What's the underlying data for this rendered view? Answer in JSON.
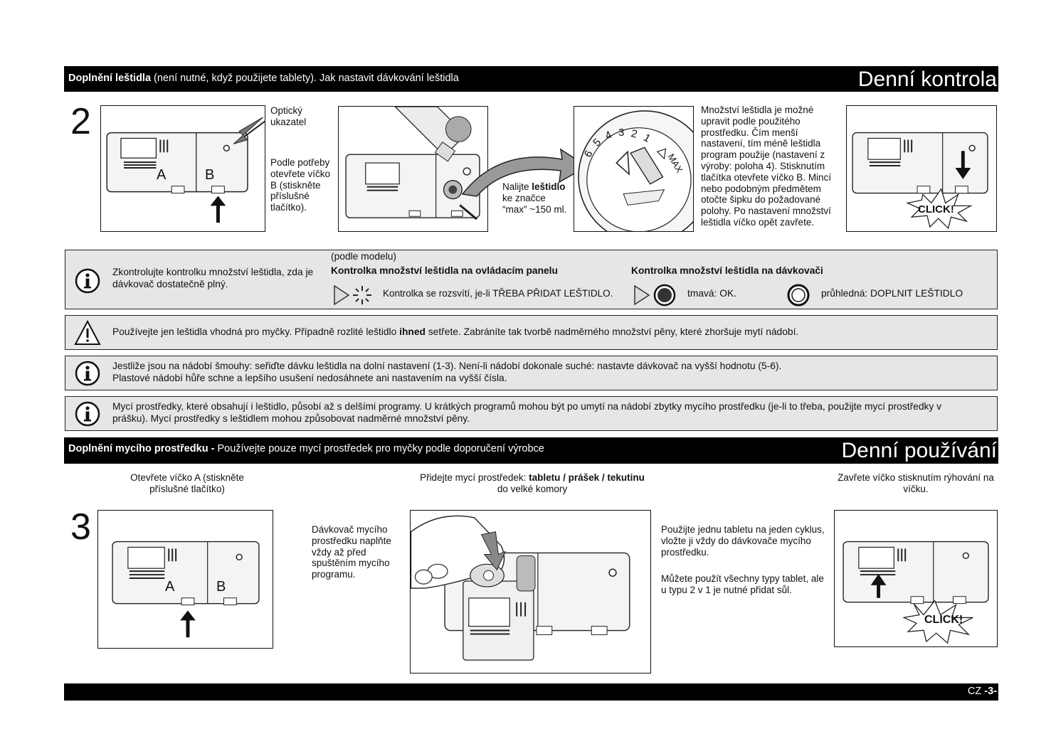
{
  "rinse_header": {
    "lead_bold": "Doplnění leštidla",
    "lead_rest": " (není nutné, když použijete tablety). Jak nastavit dávkování leštidla",
    "section_title": "Denní kontrola"
  },
  "step2": {
    "number": "2",
    "panel1": {
      "callout_1": "Optický ukazatel",
      "callout_2": "Podle potřeby otevřete víčko B (stiskněte příslušné tlačítko).",
      "label_a": "A",
      "label_b": "B"
    },
    "panel2": {
      "pour_pre": "Nalijte ",
      "pour_bold": "leštidlo",
      "pour_rest": " ke značce “max” ~150 ml."
    },
    "panel3": {
      "dial_numbers": [
        "6",
        "5",
        "4",
        "3",
        "2",
        "1"
      ],
      "dial_max": "MAX",
      "description": "Množství leštidla je možné upravit podle použitého prostředku. Čím menší nastavení, tím méně leštidla program použije (nastavení z výroby: poloha 4). Stisknutím tlačítka otevřete víčko B. Mincí nebo podobným předmětem otočte šipku do požadované polohy. Po nastavení množství leštidla víčko opět zavřete."
    },
    "panel4": {
      "click_label": "CLICK!"
    }
  },
  "info_box_1": {
    "text": "Zkontrolujte kontrolku množství leštidla, zda je dávkovač dostatečně plný.",
    "by_model": "(podle modelu)",
    "panel_indicator_title": "Kontrolka množství leštidla na ovládacím panelu",
    "panel_indicator_text": "Kontrolka se rozsvítí, je-li TŘEBA PŘIDAT LEŠTIDLO.",
    "dispenser_indicator_title": "Kontrolka množství leštidla na dávkovači",
    "dark_text": "tmavá: OK.",
    "clear_text": "průhledná: DOPLNIT LEŠTIDLO"
  },
  "warning_box": {
    "pre": "Používejte jen leštidla vhodná pro myčky. Případně rozlité leštidlo ",
    "bold": "ihned",
    "post": " setřete. Zabráníte tak tvorbě nadměrného množství pěny, které zhoršuje mytí nádobí."
  },
  "info_box_2": {
    "line1": "Jestliže jsou na nádobí šmouhy: seřiďte dávku leštidla na dolní nastavení (1-3). Není-li nádobí dokonale suché: nastavte dávkovač na vyšší hodnotu (5-6).",
    "line2": "Plastové nádobí hůře schne a lepšího usušení nedosáhnete ani nastavením na vyšší čísla."
  },
  "info_box_3": {
    "line1": "Mycí prostředky, které obsahují i leštidlo, působí až s delšími programy. U krátkých programů mohou být po umytí na nádobí zbytky mycího prostředku (je-li to třeba, použijte mycí prostředky v",
    "line2": "prášku). Mycí prostředky s leštidlem mohou způsobovat nadměrné množství pěny."
  },
  "detergent_header": {
    "lead_bold": "Doplnění mycího prostředku -",
    "lead_rest": " Používejte pouze mycí prostředek pro myčky podle doporučení výrobce",
    "section_title": "Denní používání"
  },
  "step3": {
    "number": "3",
    "caption_left": "Otevřete víčko A (stiskněte příslušné tlačítko)",
    "caption_mid_pre": "Přidejte mycí prostředek: ",
    "caption_mid_bold": "tabletu / prášek / tekutinu",
    "caption_mid_post": "do velké komory",
    "caption_right": "Zavřete víčko stisknutím rýhování na víčku.",
    "text_left": "Dávkovač mycího prostředku naplňte vždy až před spuštěním mycího programu.",
    "text_right_1": "Použijte jednu tabletu na jeden cyklus, vložte ji vždy do dávkovače mycího prostředku.",
    "text_right_2": "Můžete použít všechny typy tablet, ale u typu 2 v 1 je nutné přidat sůl.",
    "label_a": "A",
    "label_b": "B",
    "click_label": "CLICK!"
  },
  "footer": {
    "page_prefix": "CZ ",
    "page_num": "-3-"
  }
}
